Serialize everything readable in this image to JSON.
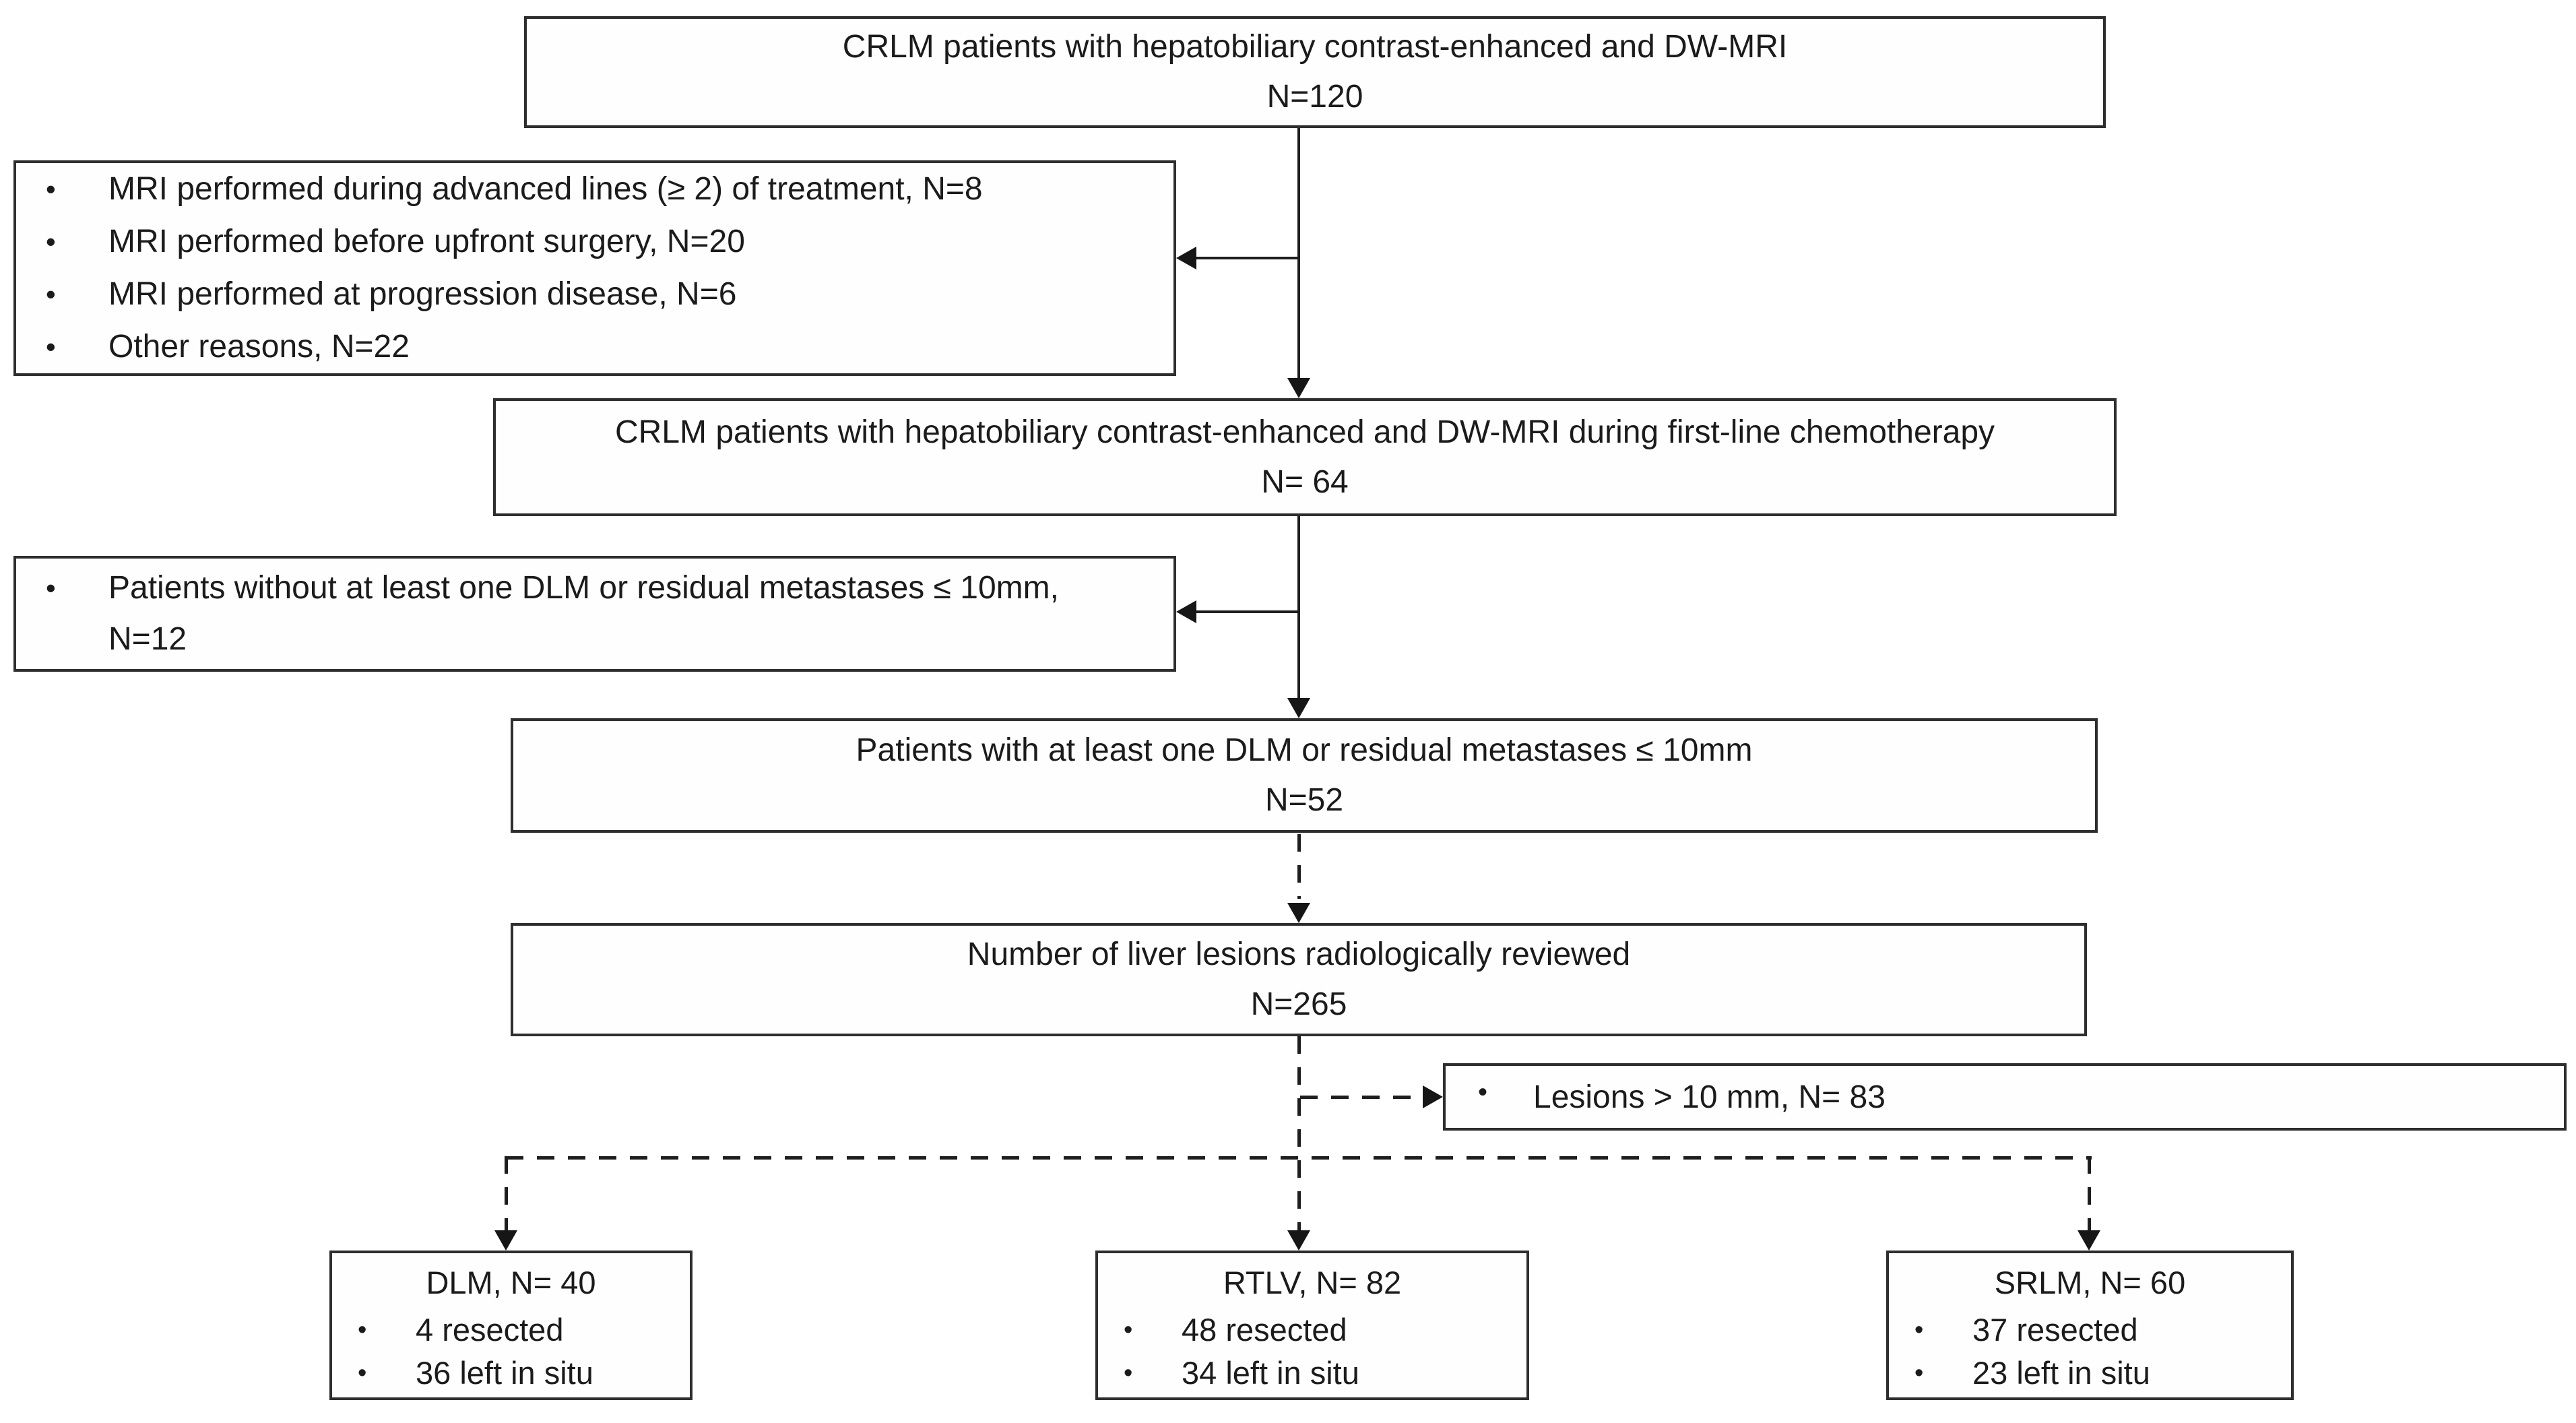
{
  "ui": {
    "bullet": "•"
  },
  "flowchart": {
    "top_box": {
      "text": "CRLM patients with hepatobiliary contrast-enhanced and DW-MRI",
      "n": "N=120"
    },
    "exclusion_box_1": {
      "items": [
        "MRI performed during advanced lines (≥ 2) of treatment, N=8",
        "MRI performed before upfront surgery, N=20",
        "MRI performed at progression disease, N=6",
        "Other reasons, N=22"
      ]
    },
    "firstline_box": {
      "text": "CRLM patients with hepatobiliary contrast-enhanced and DW-MRI during first-line chemotherapy",
      "n": "N= 64"
    },
    "exclusion_box_2": {
      "item_line1": "Patients without at least one DLM or residual metastases ≤ 10mm,",
      "item_line2": "N=12"
    },
    "dlm_patients_box": {
      "text": "Patients with at least one DLM or residual metastases ≤ 10mm",
      "n": "N=52"
    },
    "lesions_reviewed_box": {
      "text": "Number of liver lesions radiologically reviewed",
      "n": "N=265"
    },
    "large_lesions_box": {
      "item": "Lesions > 10 mm, N= 83"
    },
    "dlm_box": {
      "title": "DLM, N= 40",
      "items": [
        "4 resected",
        "36 left in situ"
      ]
    },
    "rtlv_box": {
      "title": "RTLV, N= 82",
      "items": [
        "48 resected",
        "34 left in situ"
      ]
    },
    "srlm_box": {
      "title": "SRLM, N= 60",
      "items": [
        "37 resected",
        "23 left in situ"
      ]
    }
  }
}
